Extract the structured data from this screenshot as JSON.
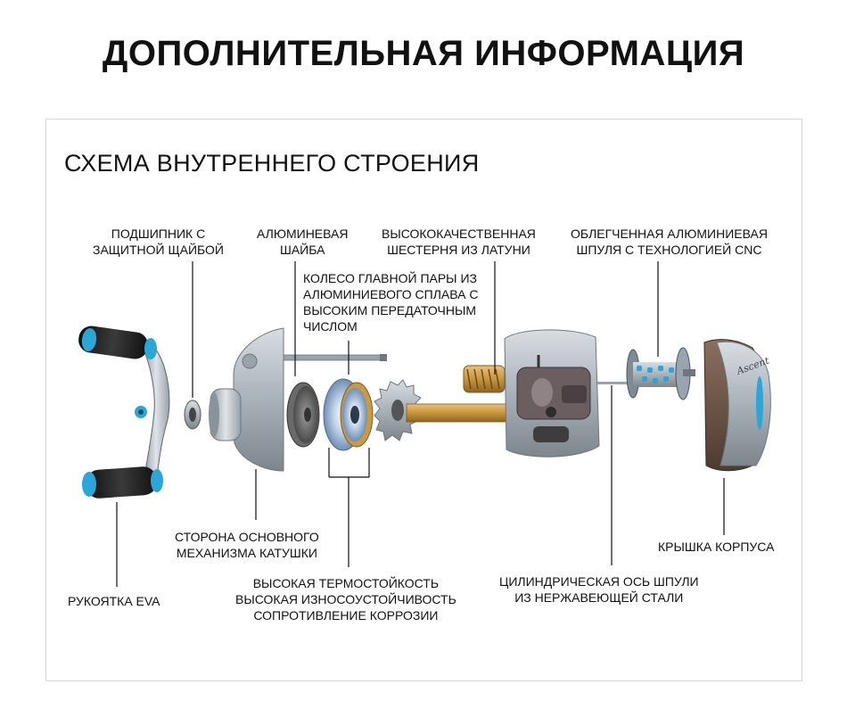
{
  "header": {
    "title": "ДОПОЛНИТЕЛЬНАЯ ИНФОРМАЦИЯ"
  },
  "panel": {
    "title": "СХЕМА ВНУТРЕННЕГО СТРОЕНИЯ"
  },
  "labels": {
    "bearing": [
      "ПОДШИПНИК С",
      "ЗАЩИТНОЙ ЩАЙБОЙ"
    ],
    "washer": [
      "АЛЮМИНЕВАЯ",
      "ШАЙБА"
    ],
    "brass_gear": [
      "ВЫСОКОКАЧЕСТВЕННАЯ",
      "ШЕСТЕРНЯ ИЗ ЛАТУНИ"
    ],
    "spool": [
      "ОБЛЕГЧЕННАЯ АЛЮМИНИЕВАЯ",
      "ШПУЛЯ С ТЕХНОЛОГИЕЙ CNC"
    ],
    "main_gear": [
      "КОЛЕСО ГЛАВНОЙ ПАРЫ ИЗ",
      "АЛЮМИНИЕВОГО СПЛАВА С",
      "ВЫСОКИМ ПЕРЕДАТОЧНЫМ",
      "ЧИСЛОМ"
    ],
    "main_side": [
      "СТОРОНА ОСНОВНОГО",
      "МЕХАНИЗМА КАТУШКИ"
    ],
    "handle": [
      "РУКОЯТКА EVA"
    ],
    "properties": [
      "ВЫСОКАЯ ТЕРМОСТОЙКОСТЬ",
      "ВЫСОКАЯ ИЗНОСОУСТОЙЧИВОСТЬ",
      "СОПРОТИВЛЕНИЕ КОРРОЗИИ"
    ],
    "axis": [
      "ЦИЛИНДРИЧЕСКАЯ ОСЬ ШПУЛИ",
      "ИЗ НЕРЖАВЕЮЩЕЙ СТАЛИ"
    ],
    "cover": [
      "КРЫШКА КОРПУСА"
    ]
  },
  "colors": {
    "accent_blue": "#2aa7d8",
    "brass": "#c8953c",
    "metal": "#a8b0b8",
    "foam": "#222222"
  }
}
